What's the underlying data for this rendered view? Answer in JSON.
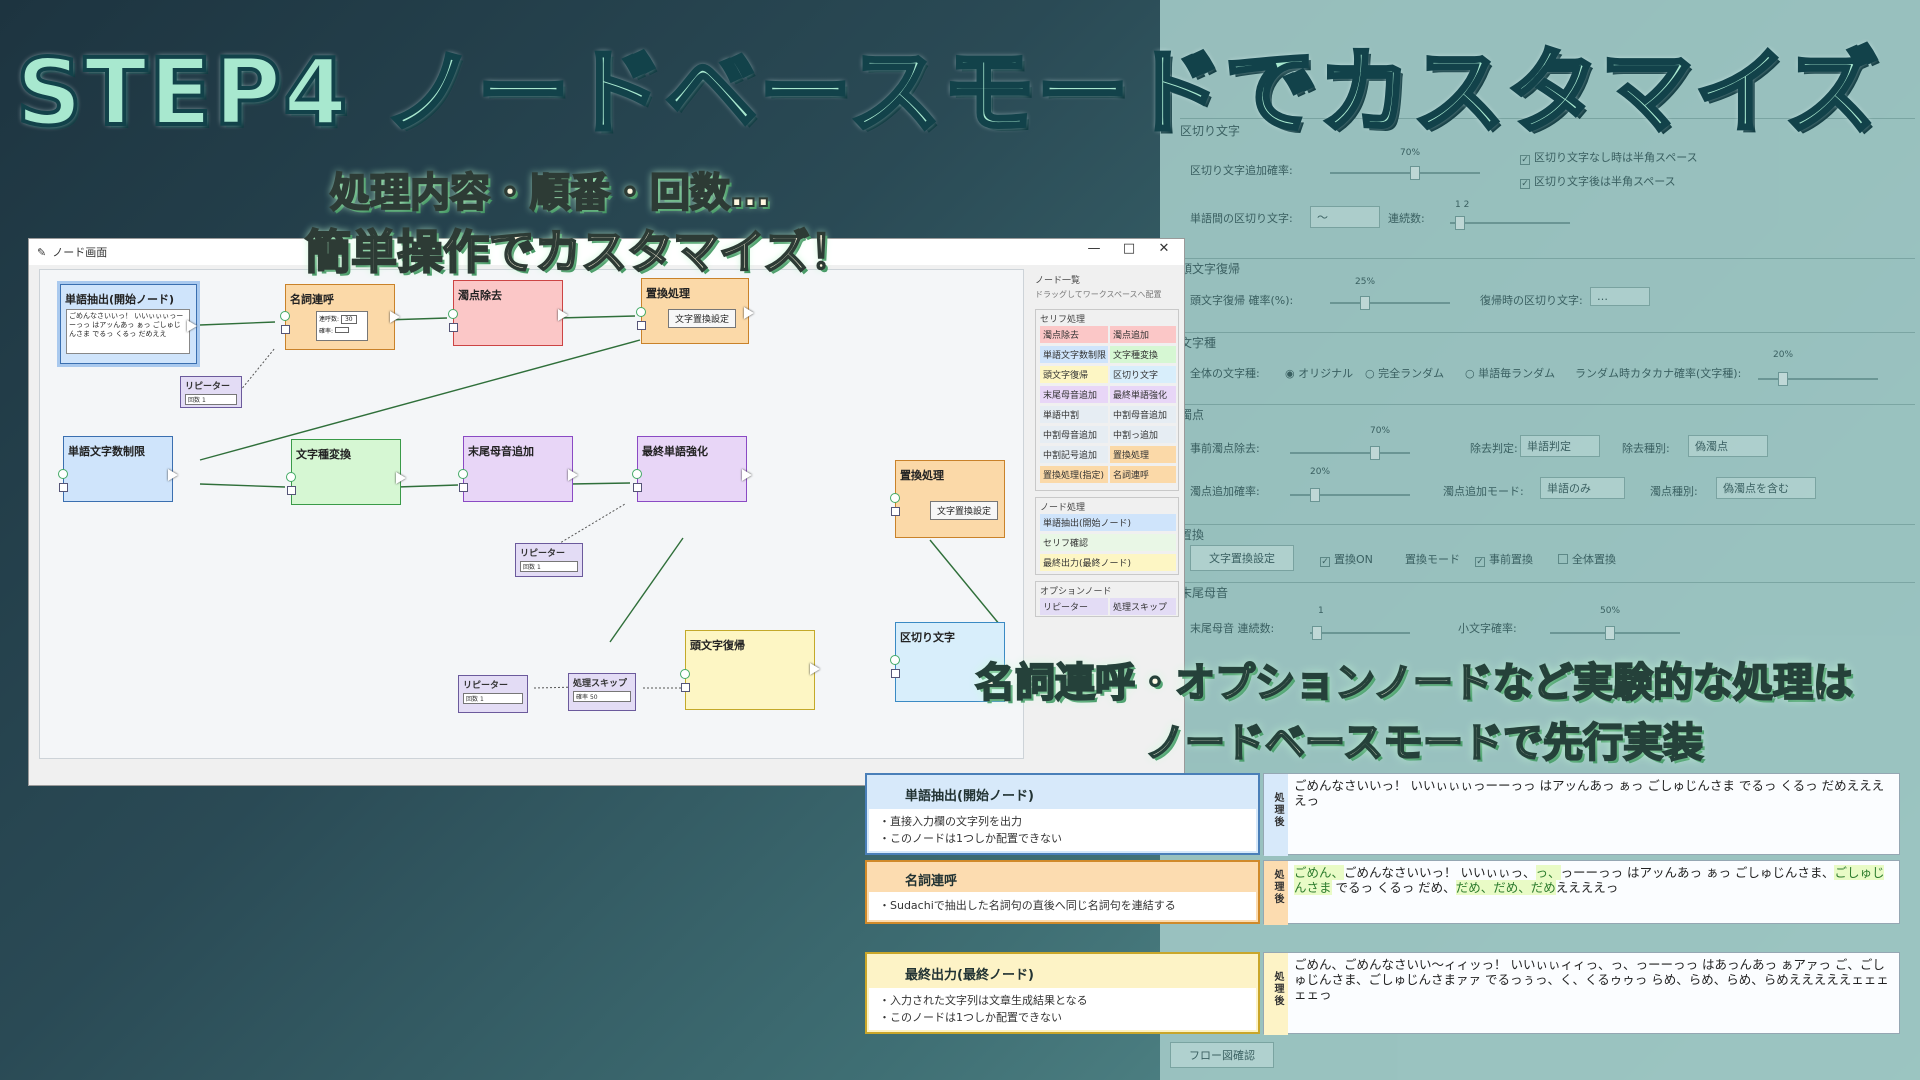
{
  "title": "STEP4 ノードベースモードでカスタマイズ",
  "subtitle": {
    "line1": "処理内容・順番・回数…",
    "line2": "簡単操作でカスタマイズ！"
  },
  "caption": {
    "line1": "名詞連呼・オプションノードなど実験的な処理は",
    "line2": "ノードベースモードで先行実装"
  },
  "settings_panel": {
    "groups": {
      "separator": "区切り文字",
      "head_restore": "頭文字復帰",
      "char_type": "文字種",
      "dakuten": "濁点",
      "replace": "置換",
      "tail_vowel": "末尾母音"
    },
    "separator": {
      "insert_prob_label": "区切り文字追加確率:",
      "insert_prob_value": "70%",
      "no_sep_half_space": "区切り文字なし時は半角スペース",
      "after_sep_half_space": "区切り文字後は半角スペース",
      "between_words_label": "単語間の区切り文字:",
      "between_words_value": "〜",
      "consecutive_label": "連続数:",
      "consecutive_value": "1 2"
    },
    "head_restore": {
      "prob_label": "頭文字復帰 確率(%):",
      "prob_value": "25%",
      "sep_label": "復帰時の区切り文字:",
      "sep_value": "…"
    },
    "char_type": {
      "overall_label": "全体の文字種:",
      "opt_original": "オリジナル",
      "opt_full_random": "完全ランダム",
      "opt_word_random": "単語毎ランダム",
      "katakana_label": "ランダム時カタカナ確率(文字種):",
      "katakana_value": "20%"
    },
    "dakuten": {
      "pre_remove_label": "事前濁点除去:",
      "pre_remove_value": "70%",
      "remove_judge_label": "除去判定:",
      "remove_judge_value": "単語判定",
      "remove_type_label": "除去種別:",
      "remove_type_value": "偽濁点",
      "add_prob_label": "濁点追加確率:",
      "add_prob_value": "20%",
      "add_mode_label": "濁点追加モード:",
      "add_mode_value": "単語のみ",
      "add_type_label": "濁点種別:",
      "add_type_value": "偽濁点を含む"
    },
    "replace": {
      "settings_button": "文字置換設定",
      "replace_on": "置換ON",
      "replace_mode": "置換モード",
      "pre_replace": "事前置換",
      "full_replace": "全体置換"
    },
    "tail_vowel": {
      "consecutive_label": "末尾母音 連続数:",
      "consecutive_value": "1",
      "small_char_label": "小文字確率:",
      "small_char_value": "50%"
    },
    "flow_button": "フロー図確認"
  },
  "node_window": {
    "title": "ノード画面",
    "nodes": {
      "start": "単語抽出(開始ノード)",
      "start_preview": "ごめんなさいいっ！ いいぃぃぃっーーっっ はアッんあっ ぁっ ごしゅじんさま でるっ くるっ だめええ",
      "noun_repeat": "名詞連呼",
      "noun_repeat_f1": "連呼数:",
      "noun_repeat_f1_value": "30",
      "noun_repeat_f2": "確率:",
      "dakuten_remove": "濁点除去",
      "replace1": "置換処理",
      "replace1_btn": "文字置換設定",
      "word_limit": "単語文字数制限",
      "char_type": "文字種変換",
      "tail_vowel": "末尾母音追加",
      "final_word": "最終単語強化",
      "replace2": "置換処理",
      "replace2_btn": "文字置換設定",
      "head_restore": "頭文字復帰",
      "separator": "区切り文字",
      "repeater1": "リピーター",
      "repeater1_label": "回数",
      "repeater1_value": "1",
      "repeater2": "リピーター",
      "repeater2_label": "回数",
      "repeater2_value": "1",
      "repeater3": "リピーター",
      "repeater3_label": "回数",
      "repeater3_value": "1",
      "skip": "処理スキップ",
      "skip_label": "確率",
      "skip_value": "50"
    },
    "palette": {
      "title": "ノード一覧",
      "hint": "ドラッグしてワークスペースへ配置",
      "serif_group": "セリフ処理",
      "serif_items": [
        "濁点除去",
        "濁点追加",
        "単語文字数制限",
        "文字種変換",
        "頭文字復帰",
        "区切り文字",
        "末尾母音追加",
        "最終単語強化",
        "単語中割",
        "中割母音追加",
        "中割母音追加",
        "中割っ追加",
        "中割記号追加",
        "置換処理",
        "置換処理(指定)",
        "名詞連呼"
      ],
      "node_group": "ノード処理",
      "node_items": [
        "単語抽出(開始ノード)",
        "セリフ確認",
        "最終出力(最終ノード)"
      ],
      "option_group": "オプションノード",
      "option_items": [
        "リピーター",
        "処理スキップ"
      ]
    },
    "window_controls": [
      "—",
      "□",
      "✕"
    ]
  },
  "info_rows": [
    {
      "title": "単語抽出(開始ノード)",
      "desc": [
        "・直接入力欄の文字列を出力",
        "・このノードは1つしか配置できない"
      ],
      "proc_label": "処理後",
      "proc_text": "ごめんなさいいっ！ いいぃぃぃっーーっっ はアッんあっ ぁっ ごしゅじんさま でるっ くるっ だめええええっ"
    },
    {
      "title": "名詞連呼",
      "desc": [
        "・Sudachiで抽出した名詞句の直後へ同じ名詞句を連結する"
      ],
      "proc_label": "処理後",
      "proc_text_parts": [
        "ごめん、",
        "ごめんなさいいっ！ いいぃぃっ、",
        "っ、",
        "っーーっっ はアッんあっ ぁっ ごしゅじんさま、",
        "ごしゅじんさま",
        " でるっ くるっ だめ、",
        "だめ、だめ、だめ",
        "ええええっ"
      ]
    },
    {
      "title": "最終出力(最終ノード)",
      "desc": [
        "・入力された文字列は文章生成結果となる",
        "・このノードは1つしか配置できない"
      ],
      "proc_label": "処理後",
      "proc_text": "ごめん、ごめんなさいい〜ィィッっ！ いいぃぃィィっ、っ、っーーっっ はあっんあっ ぁアァっ ご、ごしゅじんさま、ごしゅじんさまァァ でるっぅっ、く、くるゥゥっ らめ、らめ、らめ、らめえええええェェェェェっ"
    }
  ],
  "colors": {
    "title_fill": "#a8e8cf",
    "node_blue": "#cfe4fb",
    "node_orange": "#fbd9a8",
    "node_red": "#fbc7c7",
    "node_green": "#d6f7d3",
    "node_purple": "#e8d6f7",
    "node_yellow": "#fdf6c4",
    "info_orange_head": "#fcdcb0",
    "info_blue_head": "#d7e9fa",
    "info_yellow_head": "#fdf3c6"
  }
}
